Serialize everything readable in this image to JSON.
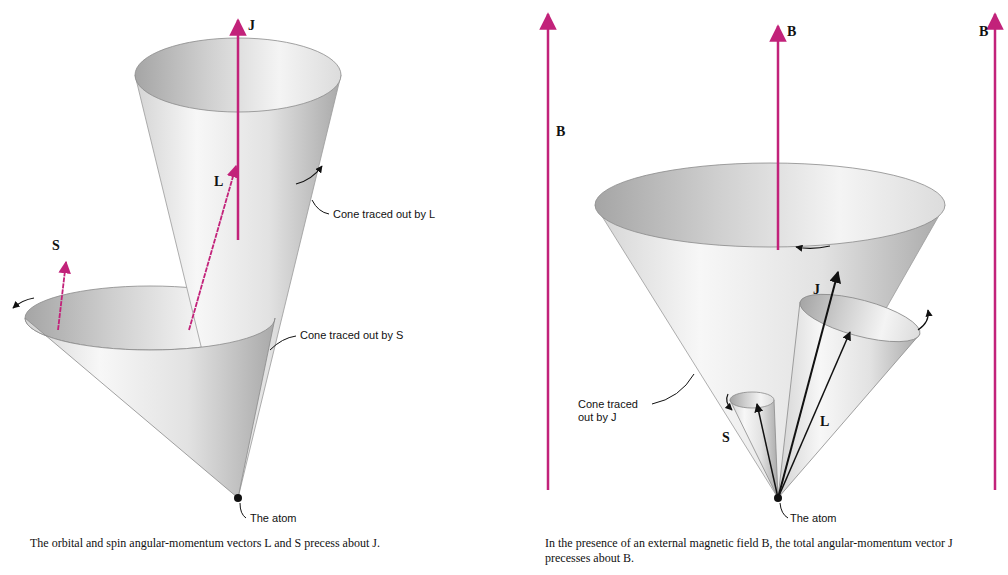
{
  "diagram": {
    "labels": [
      "J",
      "L",
      "S",
      "Cone traced out by L",
      "Cone traced out by S",
      "The atom",
      "The orbital and spin angular-momentum vectors L and S precess about J.",
      "B",
      "B",
      "B",
      "J",
      "S",
      "L",
      "Cone traced out by J",
      "The atom",
      "In the presence of an external magnetic field B, the total angular-momentum vector J precesses about B."
    ]
  }
}
